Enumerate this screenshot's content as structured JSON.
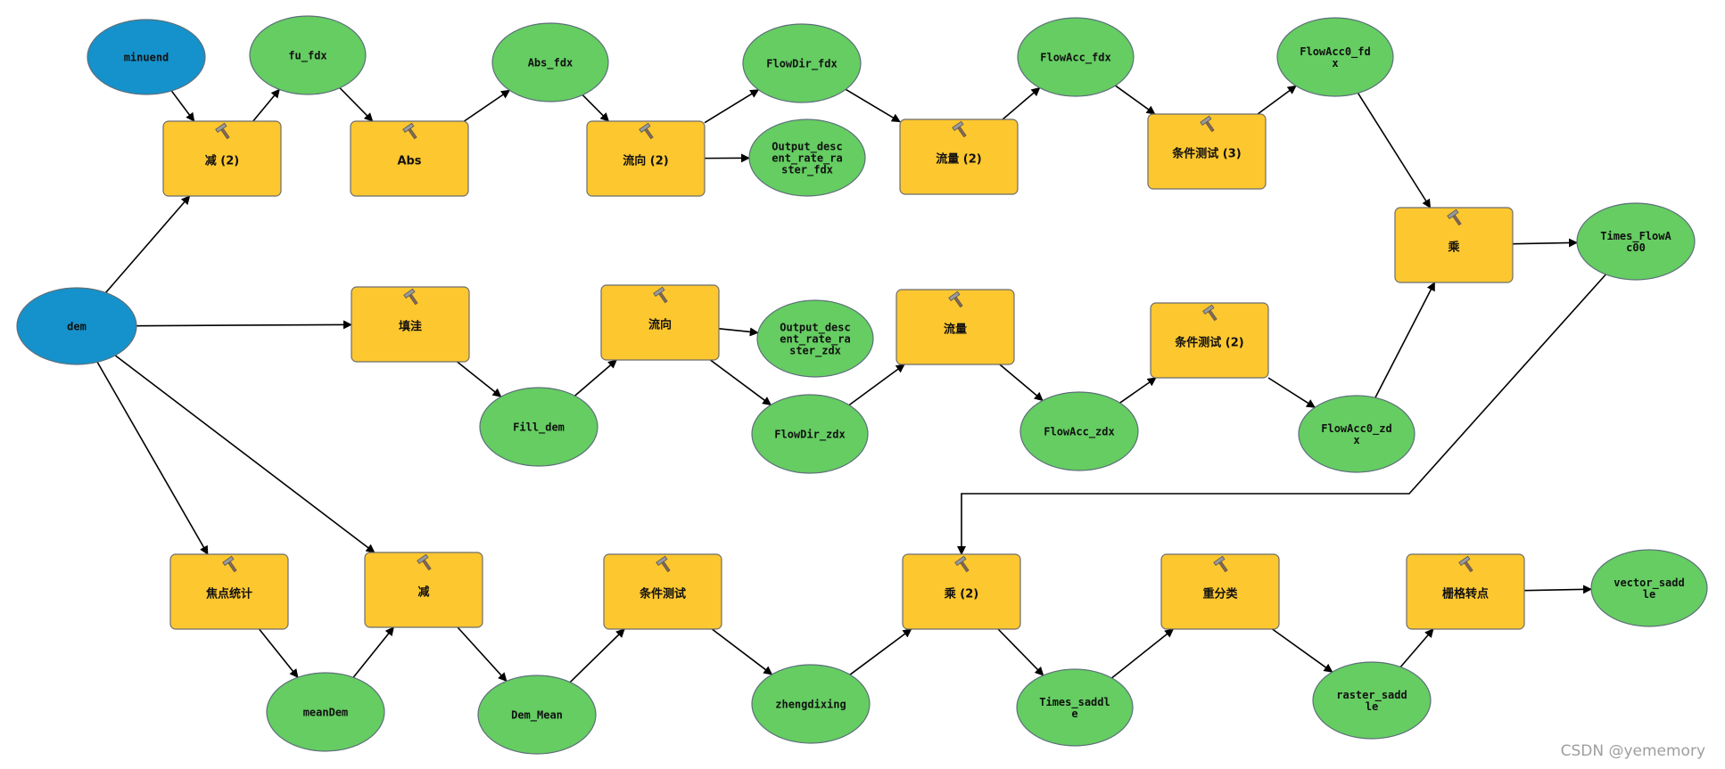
{
  "diagram": {
    "input_nodes": [
      {
        "id": "minuend",
        "lines": [
          "minuend"
        ]
      },
      {
        "id": "dem",
        "lines": [
          "dem"
        ]
      }
    ],
    "tool_nodes": [
      {
        "id": "jian2",
        "lines": [
          "减 (2)"
        ]
      },
      {
        "id": "abs",
        "lines": [
          "Abs"
        ]
      },
      {
        "id": "liuxiang2",
        "lines": [
          "流向 (2)"
        ]
      },
      {
        "id": "liuliang2",
        "lines": [
          "流量 (2)"
        ]
      },
      {
        "id": "tiaojian3",
        "lines": [
          "条件测试 (3)"
        ]
      },
      {
        "id": "cheng",
        "lines": [
          "乘"
        ]
      },
      {
        "id": "tianwa",
        "lines": [
          "填洼"
        ]
      },
      {
        "id": "liuxiang",
        "lines": [
          "流向"
        ]
      },
      {
        "id": "liuliang",
        "lines": [
          "流量"
        ]
      },
      {
        "id": "tiaojian2",
        "lines": [
          "条件测试 (2)"
        ]
      },
      {
        "id": "jiaodian",
        "lines": [
          "焦点统计"
        ]
      },
      {
        "id": "jian",
        "lines": [
          "减"
        ]
      },
      {
        "id": "tiaojian",
        "lines": [
          "条件测试"
        ]
      },
      {
        "id": "cheng2",
        "lines": [
          "乘 (2)"
        ]
      },
      {
        "id": "chongfenlei",
        "lines": [
          "重分类"
        ]
      },
      {
        "id": "shange",
        "lines": [
          "栅格转点"
        ]
      }
    ],
    "data_nodes": [
      {
        "id": "fu_fdx",
        "lines": [
          "fu_fdx"
        ]
      },
      {
        "id": "abs_fdx",
        "lines": [
          "Abs_fdx"
        ]
      },
      {
        "id": "flowdir_fdx",
        "lines": [
          "FlowDir_fdx"
        ]
      },
      {
        "id": "output_fdx",
        "lines": [
          "Output_desc",
          "ent_rate_ra",
          "ster_fdx"
        ]
      },
      {
        "id": "flowacc_fdx",
        "lines": [
          "FlowAcc_fdx"
        ]
      },
      {
        "id": "flowacc0_fdx",
        "lines": [
          "FlowAcc0_fd",
          "x"
        ]
      },
      {
        "id": "times_flowac00",
        "lines": [
          "Times_FlowA",
          "c00"
        ]
      },
      {
        "id": "output_zdx",
        "lines": [
          "Output_desc",
          "ent_rate_ra",
          "ster_zdx"
        ]
      },
      {
        "id": "fill_dem",
        "lines": [
          "Fill_dem"
        ]
      },
      {
        "id": "flowdir_zdx",
        "lines": [
          "FlowDir_zdx"
        ]
      },
      {
        "id": "flowacc_zdx",
        "lines": [
          "FlowAcc_zdx"
        ]
      },
      {
        "id": "flowacc0_zdx",
        "lines": [
          "FlowAcc0_zd",
          "x"
        ]
      },
      {
        "id": "meandem",
        "lines": [
          "meanDem"
        ]
      },
      {
        "id": "dem_mean",
        "lines": [
          "Dem_Mean"
        ]
      },
      {
        "id": "zhengdixing",
        "lines": [
          "zhengdixing"
        ]
      },
      {
        "id": "times_saddle",
        "lines": [
          "Times_saddl",
          "e"
        ]
      },
      {
        "id": "raster_saddle",
        "lines": [
          "raster_sadd",
          "le"
        ]
      },
      {
        "id": "vector_saddle",
        "lines": [
          "vector_sadd",
          "le"
        ]
      }
    ],
    "edges": [
      [
        "minuend",
        "jian2"
      ],
      [
        "jian2",
        "fu_fdx"
      ],
      [
        "fu_fdx",
        "abs"
      ],
      [
        "abs",
        "abs_fdx"
      ],
      [
        "abs_fdx",
        "liuxiang2"
      ],
      [
        "liuxiang2",
        "flowdir_fdx"
      ],
      [
        "liuxiang2",
        "output_fdx"
      ],
      [
        "flowdir_fdx",
        "liuliang2"
      ],
      [
        "liuliang2",
        "flowacc_fdx"
      ],
      [
        "flowacc_fdx",
        "tiaojian3"
      ],
      [
        "tiaojian3",
        "flowacc0_fdx"
      ],
      [
        "flowacc0_fdx",
        "cheng"
      ],
      [
        "cheng",
        "times_flowac00"
      ],
      [
        "dem",
        "jian2"
      ],
      [
        "dem",
        "tianwa"
      ],
      [
        "tianwa",
        "fill_dem"
      ],
      [
        "fill_dem",
        "liuxiang"
      ],
      [
        "liuxiang",
        "output_zdx"
      ],
      [
        "liuxiang",
        "flowdir_zdx"
      ],
      [
        "flowdir_zdx",
        "liuliang"
      ],
      [
        "liuliang",
        "flowacc_zdx"
      ],
      [
        "flowacc_zdx",
        "tiaojian2"
      ],
      [
        "tiaojian2",
        "flowacc0_zdx"
      ],
      [
        "flowacc0_zdx",
        "cheng"
      ],
      [
        "dem",
        "jiaodian"
      ],
      [
        "dem",
        "jian"
      ],
      [
        "jiaodian",
        "meandem"
      ],
      [
        "meandem",
        "jian"
      ],
      [
        "jian",
        "dem_mean"
      ],
      [
        "dem_mean",
        "tiaojian"
      ],
      [
        "tiaojian",
        "zhengdixing"
      ],
      [
        "zhengdixing",
        "cheng2"
      ],
      [
        "times_flowac00",
        "cheng2"
      ],
      [
        "cheng2",
        "times_saddle"
      ],
      [
        "times_saddle",
        "chongfenlei"
      ],
      [
        "chongfenlei",
        "raster_saddle"
      ],
      [
        "raster_saddle",
        "shange"
      ],
      [
        "shange",
        "vector_saddle"
      ]
    ]
  },
  "watermark": "CSDN @yememory",
  "colors": {
    "input": "#1592cc",
    "data": "#65cd62",
    "tool": "#fdc72f"
  }
}
